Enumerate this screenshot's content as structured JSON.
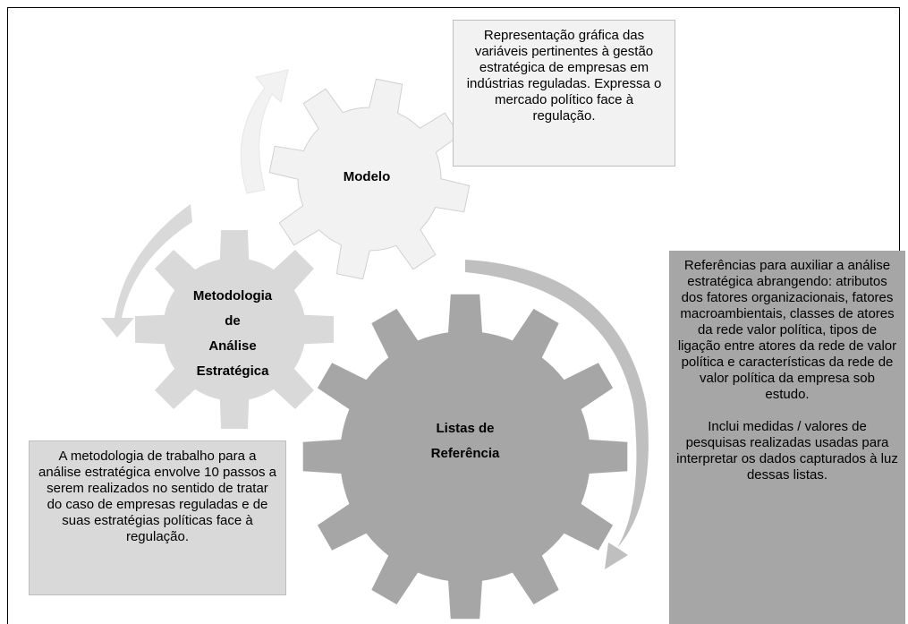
{
  "gears": {
    "modelo": {
      "label": "Modelo",
      "color": "#f2f2f2"
    },
    "metodologia": {
      "lines": [
        "Metodologia",
        "de",
        "Análise",
        "Estratégica"
      ],
      "color": "#d9d9d9"
    },
    "listas": {
      "lines": [
        "Listas de",
        "Referência"
      ],
      "color": "#a6a6a6"
    }
  },
  "notes": {
    "modelo": "Representação gráfica das variáveis pertinentes à gestão estratégica de empresas em indústrias reguladas. Expressa o mercado político face à regulação.",
    "metodologia": "A metodologia de trabalho para a análise estratégica envolve 10 passos a serem realizados no sentido de tratar do caso de empresas reguladas e de suas estratégias políticas face à regulação.",
    "listas_p1": "Referências para auxiliar a análise estratégica abrangendo: atributos dos fatores organizacionais, fatores macroambientais, classes de atores da rede valor política, tipos de ligação entre atores da rede de valor política e características da rede de valor política da empresa sob estudo.",
    "listas_p2": "Inclui medidas / valores de pesquisas realizadas usadas para interpretar os dados capturados à luz dessas listas."
  },
  "arrows": {
    "top": {
      "color": "#f2f2f2",
      "stroke": "#e6e6e6"
    },
    "left": {
      "color": "#d9d9d9"
    },
    "right": {
      "color": "#bfbfbf"
    }
  }
}
